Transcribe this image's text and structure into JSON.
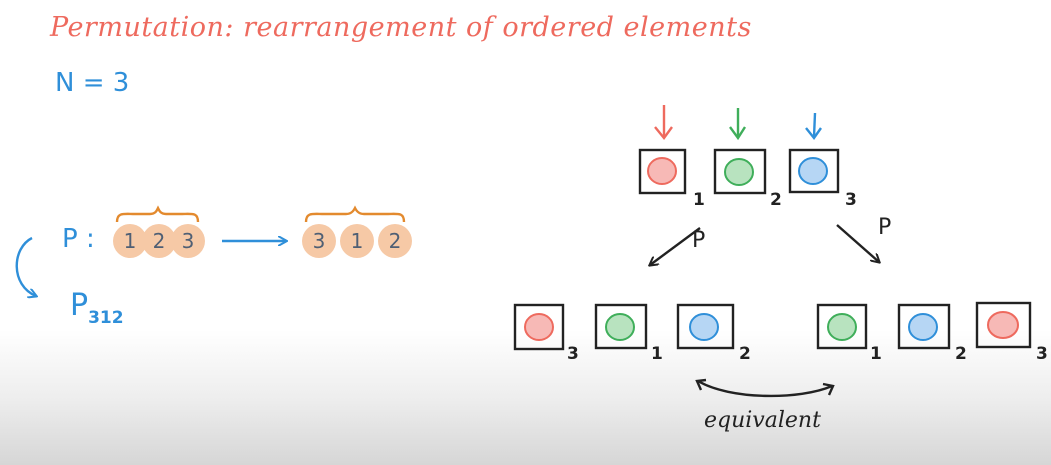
{
  "title": "Permutation: rearrangement of ordered elements",
  "n_line": "N = 3",
  "perm_prefix": "P :",
  "perm_symbol": "P",
  "perm_subscript": "312",
  "source_sequence": [
    "1",
    "2",
    "3"
  ],
  "target_sequence": [
    "3",
    "1",
    "2"
  ],
  "arrow_labels": [
    "P",
    "P"
  ],
  "top_row_subscripts": [
    "1",
    "2",
    "3"
  ],
  "left_row_subscripts": [
    "3",
    "1",
    "2"
  ],
  "right_row_subscripts": [
    "1",
    "2",
    "3"
  ],
  "equivalent_label": "equivalent",
  "colors": {
    "title": "#ee6a5e",
    "blue_text": "#2f8fd9",
    "red": "#ee6a5e",
    "green": "#3fae5a",
    "blue": "#2f8fd9",
    "red_fill": "#f7b9b6",
    "green_fill": "#b8e3bf",
    "blue_fill": "#b6d6f4",
    "pill": "#f6c9a6",
    "brace": "#e38a2e"
  }
}
